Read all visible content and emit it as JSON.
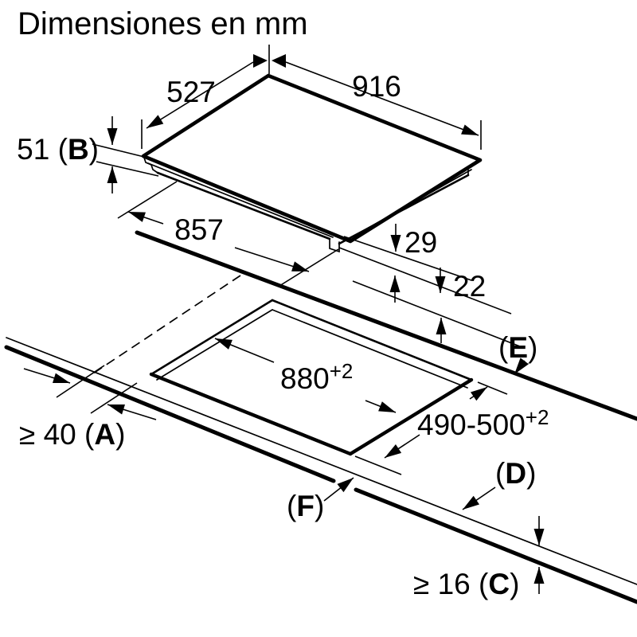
{
  "title": "Dimensiones en mm",
  "colors": {
    "ink": "#000000",
    "background": "#ffffff"
  },
  "labels": {
    "hob_width": "916",
    "hob_depth": "527",
    "hob_height": {
      "pre": "51 (",
      "letter": "B",
      "post": ")"
    },
    "hob_body_length": "857",
    "height_above_worktop": "29",
    "height_below_worktop": "22",
    "cutout_width": {
      "value": "880",
      "sup": "+2"
    },
    "cutout_depth": {
      "value": "490-500",
      "sup": "+2"
    },
    "side_clearance": {
      "pre": "≥ 40 (",
      "letter": "A",
      "post": ")"
    },
    "worktop_thickness": {
      "pre": "≥ 16 (",
      "letter": "C",
      "post": ")"
    },
    "callout_d": {
      "pre": "(",
      "letter": "D",
      "post": ")"
    },
    "callout_e": {
      "pre": "(",
      "letter": "E",
      "post": ")"
    },
    "callout_f": {
      "pre": "(",
      "letter": "F",
      "post": ")"
    }
  }
}
